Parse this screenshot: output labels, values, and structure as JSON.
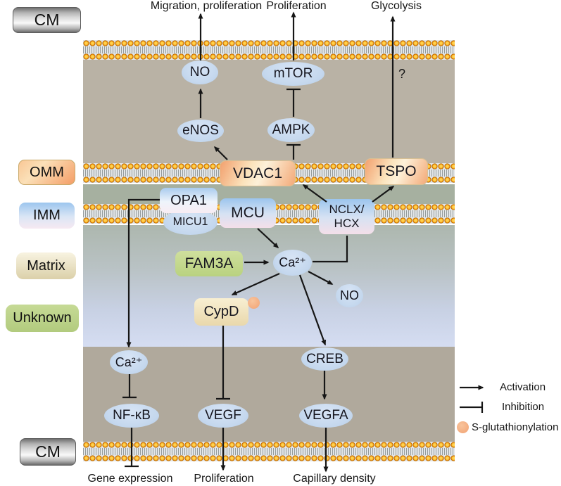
{
  "figure": {
    "type": "pathway-diagram",
    "description": "Mitochondrial calcium signaling pathway diagram in a cardiomyocyte-like cell"
  },
  "side_labels": {
    "cm_top": "CM",
    "omm": "OMM",
    "imm": "IMM",
    "matrix": "Matrix",
    "unknown": "Unknown",
    "cm_bottom": "CM"
  },
  "top_labels": {
    "migration_proliferation": "Migration, proliferation",
    "proliferation": "Proliferation",
    "glycolysis": "Glycolysis",
    "question_mark": "?"
  },
  "bottom_labels": {
    "gene_expression": "Gene expression",
    "proliferation": "Proliferation",
    "capillary_density": "Capillary density"
  },
  "nodes": {
    "no_top": "NO",
    "enos": "eNOS",
    "mtor": "mTOR",
    "ampk": "AMPK",
    "vdac1": "VDAC1",
    "tspo": "TSPO",
    "opa1": "OPA1",
    "micu1": "MICU1",
    "mcu": "MCU",
    "nclx_line1": "NCLX/",
    "nclx_line2": "HCX",
    "fam3a": "FAM3A",
    "ca_matrix": "Ca²⁺",
    "cypd": "CypD",
    "no_matrix": "NO",
    "creb": "CREB",
    "ca_cyto": "Ca²⁺",
    "nfkb": "NF-κB",
    "vegf": "VEGF",
    "vegfa": "VEGFA"
  },
  "legend": {
    "activation": "Activation",
    "inhibition": "Inhibition",
    "s_glutathionylation": "S-glutathionylation"
  },
  "colors": {
    "membrane_bead": "#ef8f0a",
    "membrane_bead_core": "#ffd24d",
    "cytoplasm_top": "#b9b2a5",
    "intermembrane_space": "#a6b0a0",
    "matrix_top": "#adb7ae",
    "matrix_bottom": "#d5ddf2",
    "cytoplasm_bottom": "#b0a99c",
    "node_blue": "#c5d8ee",
    "orange_protein": "#f3a978",
    "green_box": "#b9d27f",
    "cream_box": "#e9d8ac",
    "glutathionylation_dot": "#f2a273",
    "line_black": "#161616"
  }
}
